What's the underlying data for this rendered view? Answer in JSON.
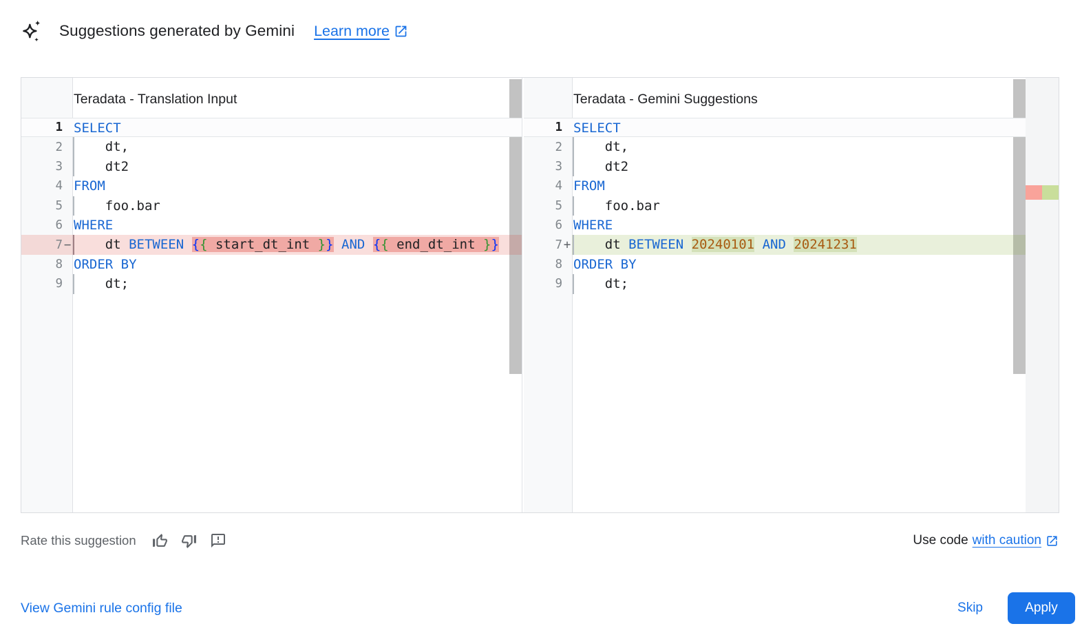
{
  "header": {
    "title": "Suggestions generated by Gemini",
    "learn_more_label": "Learn more"
  },
  "colors": {
    "link_blue": "#1a73e8",
    "keyword_blue": "#1967d2",
    "bracket_outer_blue": "#0431fa",
    "bracket_inner_green": "#319331",
    "number_literal_orange": "#a85b12",
    "removed_row_pink": "#fad9d5",
    "removed_word_pink": "#f5a79e",
    "added_row_green": "#edf2e0",
    "added_word_green": "#d9e5ba",
    "ruler_removed_red": "#f9a39a",
    "ruler_added_green": "#c9de9b",
    "apply_button_blue": "#1a73e8"
  },
  "panes": [
    {
      "title": "Teradata - Translation Input",
      "lines": [
        {
          "n": "1",
          "sign": "",
          "type": "current",
          "tokens": [
            [
              "SELECT",
              "kw"
            ]
          ]
        },
        {
          "n": "2",
          "sign": "",
          "type": "",
          "guide": true,
          "tokens": [
            [
              "    dt,",
              ""
            ]
          ]
        },
        {
          "n": "3",
          "sign": "",
          "type": "",
          "guide": true,
          "tokens": [
            [
              "    dt2",
              ""
            ]
          ]
        },
        {
          "n": "4",
          "sign": "",
          "type": "",
          "tokens": [
            [
              "FROM",
              "kw"
            ]
          ]
        },
        {
          "n": "5",
          "sign": "",
          "type": "",
          "guide": true,
          "tokens": [
            [
              "    foo.bar",
              ""
            ]
          ]
        },
        {
          "n": "6",
          "sign": "",
          "type": "",
          "tokens": [
            [
              "WHERE",
              "kw"
            ]
          ]
        },
        {
          "n": "7",
          "sign": "−",
          "type": "removed",
          "guide": true,
          "tokens": [
            [
              "    dt ",
              ""
            ],
            [
              "BETWEEN",
              "kw"
            ],
            [
              " ",
              ""
            ],
            [
              "{",
              "b1",
              1
            ],
            [
              "{",
              "b2",
              1
            ],
            [
              " start_dt_int ",
              "",
              1
            ],
            [
              "}",
              "b2",
              1
            ],
            [
              "}",
              "b1",
              1
            ],
            [
              " ",
              ""
            ],
            [
              "AND",
              "kw"
            ],
            [
              " ",
              ""
            ],
            [
              "{",
              "b1",
              1
            ],
            [
              "{",
              "b2",
              1
            ],
            [
              " end_dt_int ",
              "",
              1
            ],
            [
              "}",
              "b2",
              1
            ],
            [
              "}",
              "b1",
              1
            ]
          ]
        },
        {
          "n": "8",
          "sign": "",
          "type": "",
          "tokens": [
            [
              "ORDER BY",
              "kw"
            ]
          ]
        },
        {
          "n": "9",
          "sign": "",
          "type": "",
          "guide": true,
          "tokens": [
            [
              "    dt;",
              ""
            ]
          ]
        }
      ]
    },
    {
      "title": "Teradata - Gemini Suggestions",
      "lines": [
        {
          "n": "1",
          "sign": "",
          "type": "current",
          "tokens": [
            [
              "SELECT",
              "kw"
            ]
          ]
        },
        {
          "n": "2",
          "sign": "",
          "type": "",
          "guide": true,
          "tokens": [
            [
              "    dt,",
              ""
            ]
          ]
        },
        {
          "n": "3",
          "sign": "",
          "type": "",
          "guide": true,
          "tokens": [
            [
              "    dt2",
              ""
            ]
          ]
        },
        {
          "n": "4",
          "sign": "",
          "type": "",
          "tokens": [
            [
              "FROM",
              "kw"
            ]
          ]
        },
        {
          "n": "5",
          "sign": "",
          "type": "",
          "guide": true,
          "tokens": [
            [
              "    foo.bar",
              ""
            ]
          ]
        },
        {
          "n": "6",
          "sign": "",
          "type": "",
          "tokens": [
            [
              "WHERE",
              "kw"
            ]
          ]
        },
        {
          "n": "7",
          "sign": "+",
          "type": "added",
          "guide": true,
          "tokens": [
            [
              "    dt ",
              ""
            ],
            [
              "BETWEEN",
              "kw"
            ],
            [
              " ",
              ""
            ],
            [
              "20240101",
              "num",
              1
            ],
            [
              " ",
              ""
            ],
            [
              "AND",
              "kw"
            ],
            [
              " ",
              ""
            ],
            [
              "20241231",
              "num",
              1
            ]
          ]
        },
        {
          "n": "8",
          "sign": "",
          "type": "",
          "tokens": [
            [
              "ORDER BY",
              "kw"
            ]
          ]
        },
        {
          "n": "9",
          "sign": "",
          "type": "",
          "guide": true,
          "tokens": [
            [
              "    dt;",
              ""
            ]
          ]
        }
      ]
    }
  ],
  "rate": {
    "label": "Rate this suggestion"
  },
  "use_code": {
    "prefix": "Use code",
    "link_label": "with caution"
  },
  "footer": {
    "config_link_label": "View Gemini rule config file",
    "skip_label": "Skip",
    "apply_label": "Apply"
  }
}
